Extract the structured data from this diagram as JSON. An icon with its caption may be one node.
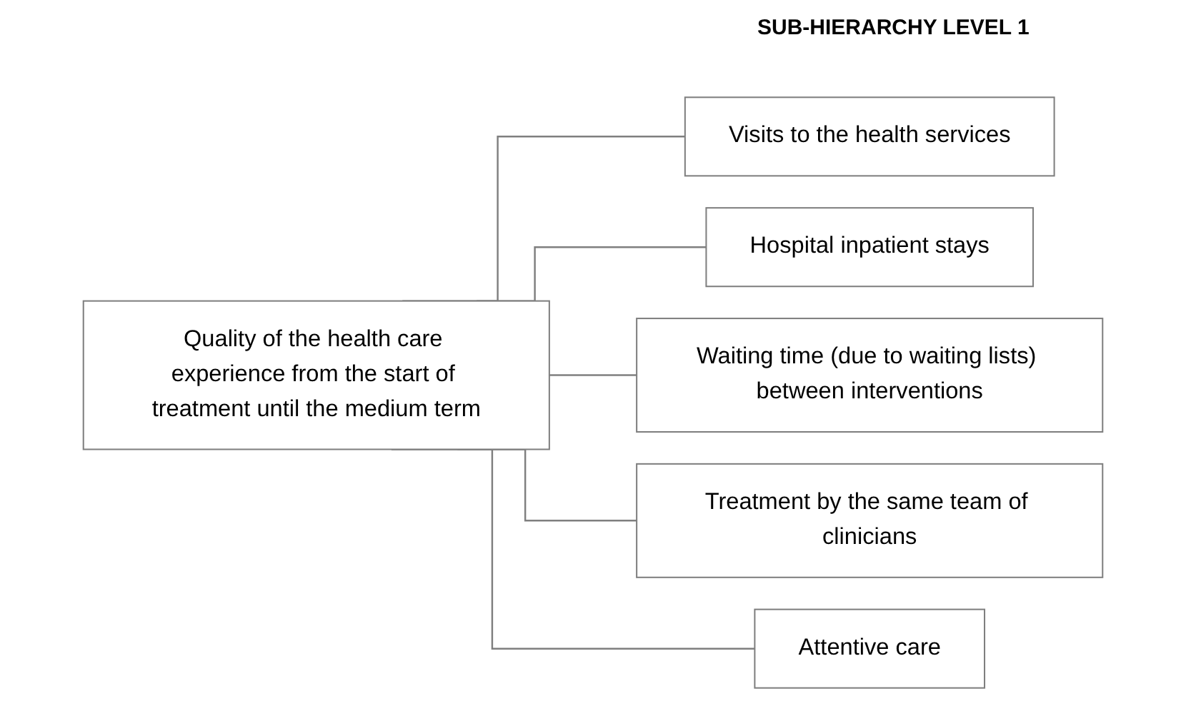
{
  "diagram": {
    "nodes": [
      {
        "text": [
          "Quality of the health care experience from the start of treatment until the medium term"
        ]
      },
      {
        "text": [
          "Visits to the health services"
        ]
      },
      {
        "text": [
          "Hospital inpatient stays"
        ]
      },
      {
        "text": [
          "Waiting time (due to waiting lists) between interventions"
        ]
      },
      {
        "text": [
          "Treatment by the same team of clinicians"
        ]
      },
      {
        "text": [
          "Attentive care"
        ]
      }
    ],
    "edges": [
      {
        "from": 0,
        "to": 1,
        "arrow": "none"
      },
      {
        "from": 0,
        "to": 2,
        "arrow": "none"
      },
      {
        "from": 0,
        "to": 3,
        "arrow": "none"
      },
      {
        "from": 0,
        "to": 4,
        "arrow": "none"
      },
      {
        "from": 0,
        "to": 5,
        "arrow": "none"
      }
    ],
    "labels": [
      "SUB-HIERARCHY LEVEL 1"
    ]
  }
}
